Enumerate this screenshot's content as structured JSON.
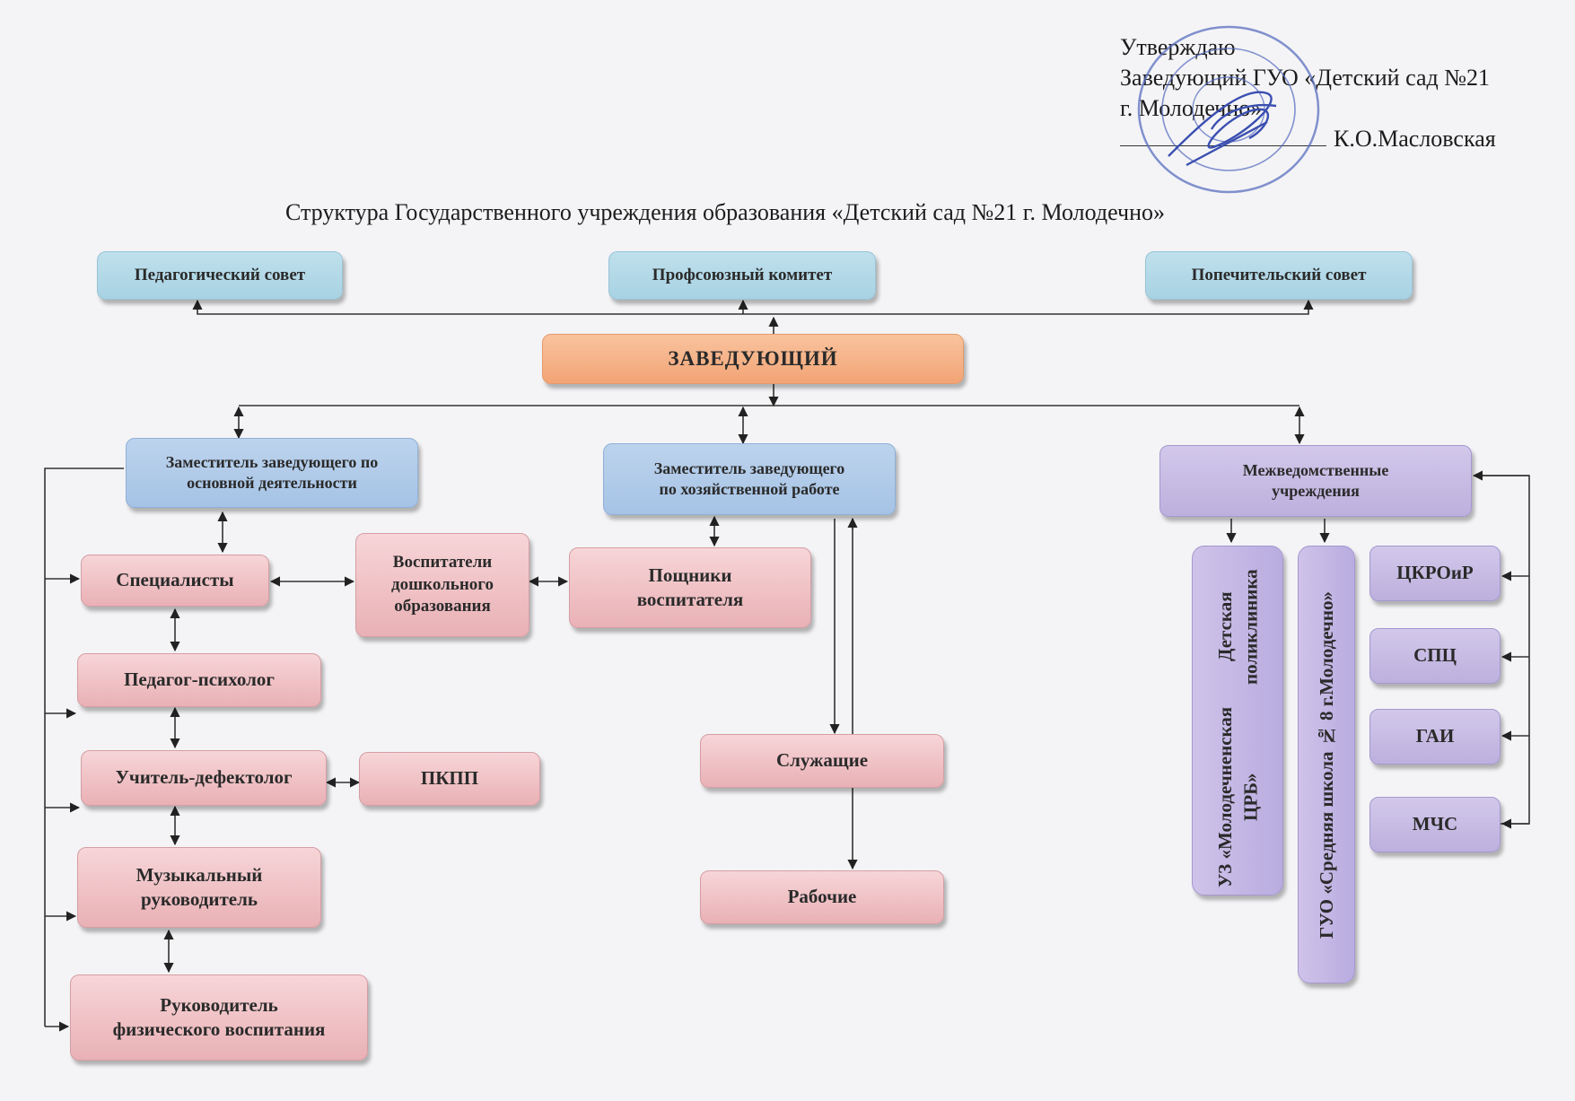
{
  "approval": {
    "line1": "Утверждаю",
    "line2": "Заведующий ГУО «Детский сад №21",
    "line3": " г. Молодечно»",
    "line4": "К.О.Масловская"
  },
  "title": "Структура Государственного учреждения образования «Детский сад №21 г. Молодечно»",
  "nodes": {
    "ped_council": "Педагогический совет",
    "union_committee": "Профсоюзный комитет",
    "trustee_council": "Попечительский совет",
    "head": "ЗАВЕДУЮЩИЙ",
    "deputy_main_1": "Заместитель заведующего по",
    "deputy_main_2": "основной деятельности",
    "deputy_econ_1": "Заместитель заведующего",
    "deputy_econ_2": "по хозяйственной работе",
    "interagency_1": "Межведомственные",
    "interagency_2": "учреждения",
    "specialists": "Специалисты",
    "educators_1": "Воспитатели",
    "educators_2": "дошкольного",
    "educators_3": "образования",
    "assistants_1": "Пощники",
    "assistants_2": "воспитателя",
    "psychologist": "Педагог-психолог",
    "defectologist": "Учитель-дефектолог",
    "pkpp": "ПКПП",
    "music_1": "Музыкальный",
    "music_2": "руководитель",
    "phys_1": "Руководитель",
    "phys_2": "физического воспитания",
    "employees": "Служащие",
    "workers": "Рабочие",
    "clinic_1": "УЗ «Молодечненская ЦРБ»",
    "clinic_2": "Детская поликлиника",
    "school": "ГУО «Средняя школа № 8 г.Молодечно»",
    "ckroir": "ЦКРОиР",
    "spc": "СПЦ",
    "gai": "ГАИ",
    "mchs": "МЧС"
  },
  "colors": {
    "council_blue": "#a8d2e3",
    "head_orange": "#f2a475",
    "deputy_steel": "#a6c3e6",
    "interagency_purple": "#bdb0de",
    "staff_pink": "#e9b1b5",
    "stamp_blue": "#5a6fc0"
  }
}
